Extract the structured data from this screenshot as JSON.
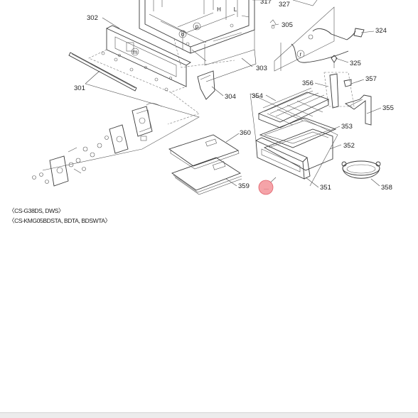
{
  "diagram": {
    "part_labels": [
      "301",
      "302",
      "303",
      "304",
      "305",
      "317",
      "324",
      "325",
      "327",
      "351",
      "352",
      "353",
      "354",
      "355",
      "356",
      "357",
      "358",
      "359",
      "360"
    ],
    "letter_marks": [
      "H",
      "L",
      "p",
      "o",
      "m",
      "r"
    ],
    "model_lines": [
      "〈CS-G38DS, DWS〉",
      "〈CS-KMG05BDSTA, BDTA, BDSWTA〉"
    ],
    "highlight_color": "#f5a3a8",
    "highlight_outline_color": "#e0606a"
  }
}
